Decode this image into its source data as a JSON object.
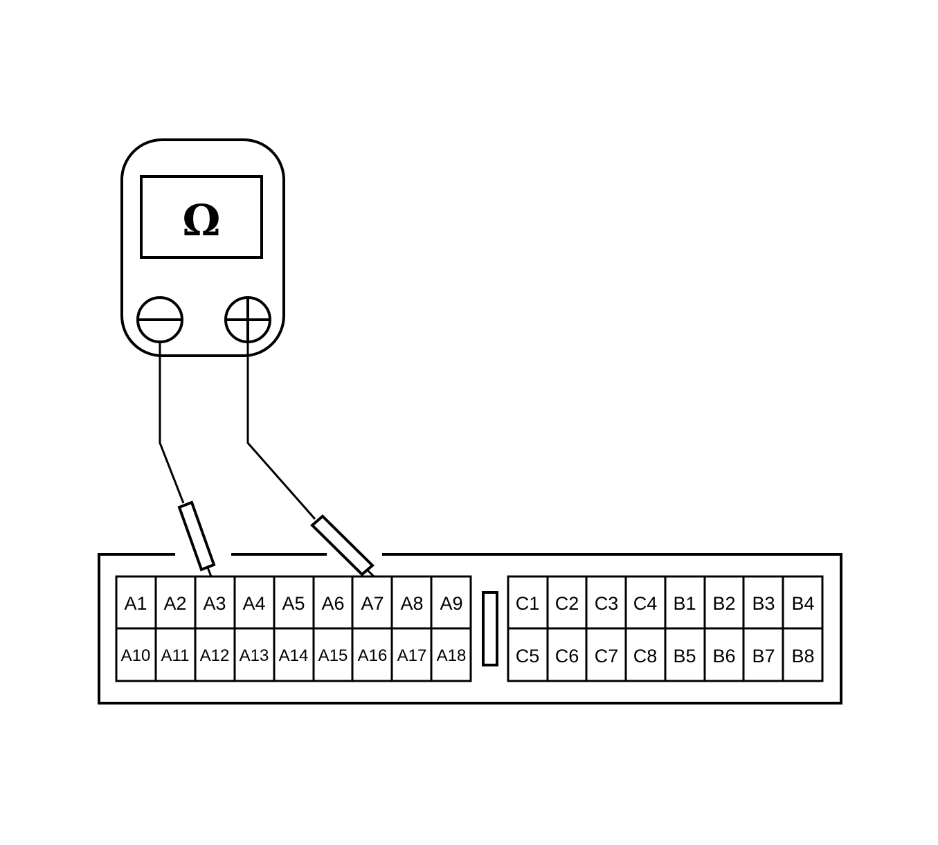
{
  "meter": {
    "display_symbol": "Ω",
    "negative_terminal_icon": "minus-icon",
    "positive_terminal_icon": "plus-icon"
  },
  "connector": {
    "block_a": {
      "top_row": [
        "A1",
        "A2",
        "A3",
        "A4",
        "A5",
        "A6",
        "A7",
        "A8",
        "A9"
      ],
      "bottom_row": [
        "A10",
        "A11",
        "A12",
        "A13",
        "A14",
        "A15",
        "A16",
        "A17",
        "A18"
      ]
    },
    "block_cb": {
      "top_row": [
        "C1",
        "C2",
        "C3",
        "C4",
        "B1",
        "B2",
        "B3",
        "B4"
      ],
      "bottom_row": [
        "C5",
        "C6",
        "C7",
        "C8",
        "B5",
        "B6",
        "B7",
        "B8"
      ]
    }
  },
  "probes": {
    "negative_lead_pin": "A3",
    "positive_lead_pin": "A7"
  },
  "colors": {
    "line": "#000000",
    "background": "#ffffff"
  }
}
